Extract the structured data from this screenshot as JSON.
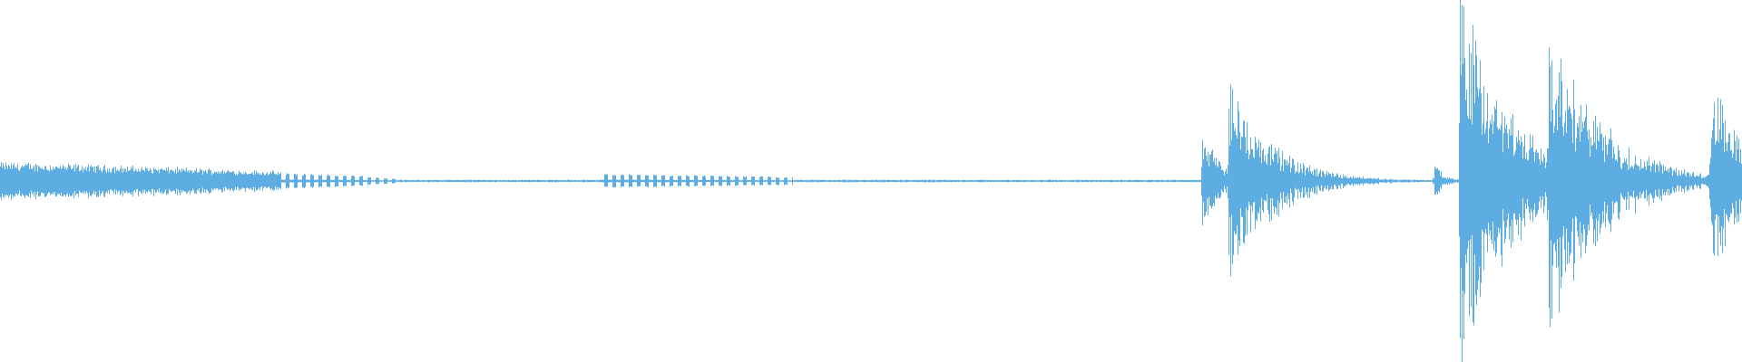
{
  "waveform": {
    "color": "#5DADE2",
    "baseline_amplitude": 0.004,
    "segments": [
      {
        "from": 0.0,
        "to": 0.045,
        "amp_start": 0.08,
        "amp_end": 0.07,
        "style": "dense"
      },
      {
        "from": 0.045,
        "to": 0.11,
        "amp_start": 0.07,
        "amp_end": 0.055,
        "style": "dense"
      },
      {
        "from": 0.11,
        "to": 0.16,
        "amp_start": 0.055,
        "amp_end": 0.04,
        "style": "dense"
      },
      {
        "from": 0.16,
        "to": 0.21,
        "amp_start": 0.04,
        "amp_end": 0.025,
        "style": "pulses"
      },
      {
        "from": 0.21,
        "to": 0.23,
        "amp_start": 0.02,
        "amp_end": 0.01,
        "style": "pulses"
      },
      {
        "from": 0.23,
        "to": 0.344,
        "amp_start": 0.006,
        "amp_end": 0.006,
        "style": "quiet"
      },
      {
        "from": 0.344,
        "to": 0.455,
        "amp_start": 0.035,
        "amp_end": 0.02,
        "style": "pulses"
      },
      {
        "from": 0.455,
        "to": 0.69,
        "amp_start": 0.006,
        "amp_end": 0.006,
        "style": "quiet"
      }
    ],
    "bursts": [
      {
        "at": 0.69,
        "peak": 0.3,
        "decay": 0.01
      },
      {
        "at": 0.705,
        "peak": 0.55,
        "decay": 0.025
      },
      {
        "at": 0.823,
        "peak": 0.1,
        "decay": 0.006
      },
      {
        "at": 0.838,
        "peak": 1.0,
        "decay": 0.03
      },
      {
        "at": 0.889,
        "peak": 0.85,
        "decay": 0.03
      },
      {
        "at": 0.982,
        "peak": 0.55,
        "decay": 0.02
      }
    ]
  }
}
